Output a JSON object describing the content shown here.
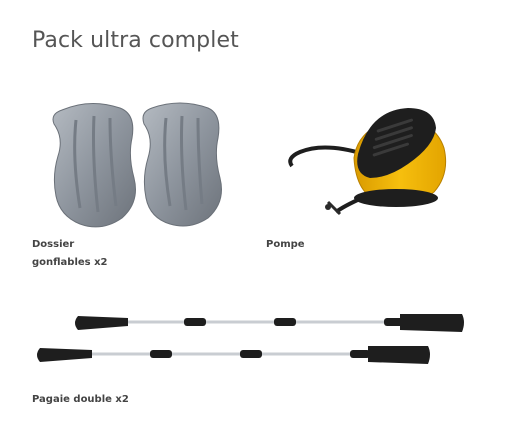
{
  "page": {
    "title": "Pack ultra complet"
  },
  "items": [
    {
      "label_lines": [
        "Dossier",
        "gonflables x2"
      ]
    },
    {
      "label_lines": [
        "Pompe"
      ]
    },
    {
      "label_lines": [
        "Pagaie double x2"
      ]
    }
  ],
  "colors": {
    "title_text": "#555555",
    "label_text": "#444444",
    "seat_grey": "#8e959e",
    "pump_yellow": "#f2b705",
    "pump_black": "#1e1e1e",
    "shaft_silver": "#c9cdd2"
  },
  "icons": {
    "backrest": "inflatable-backrest-illustration",
    "pump": "foot-pump-illustration",
    "paddle": "double-paddle-illustration"
  }
}
